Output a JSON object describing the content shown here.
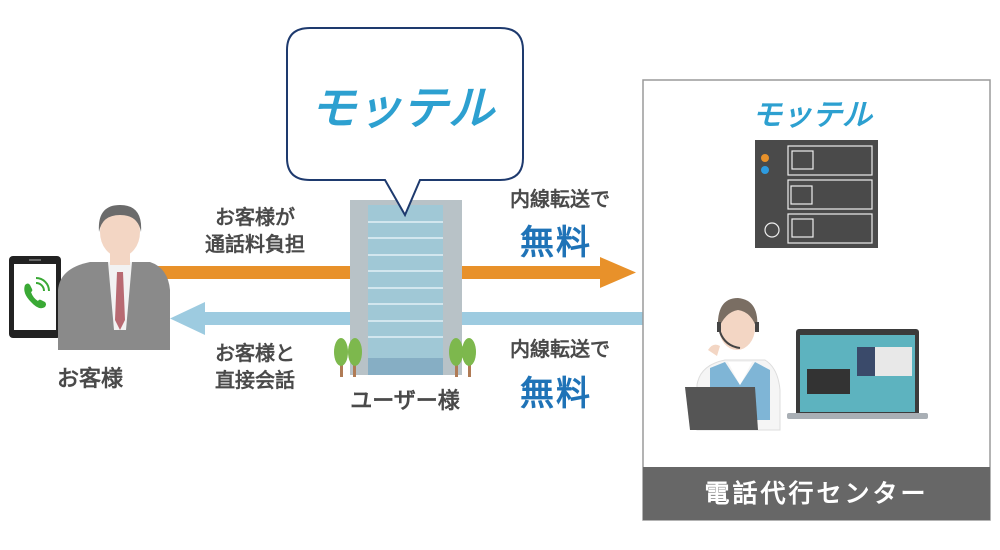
{
  "logo_text": "モッテル",
  "customer": {
    "label": "お客様"
  },
  "top_left_text": [
    "お客様が",
    "通話料負担"
  ],
  "bottom_left_text": [
    "お客様と",
    "直接会話"
  ],
  "user": {
    "label": "ユーザー様"
  },
  "top_right_text": {
    "line1": "内線転送で",
    "line2": "無料"
  },
  "bottom_right_text": {
    "line1": "内線転送で",
    "line2": "無料"
  },
  "center": {
    "label": "電話代行センター"
  },
  "colors": {
    "orange_arrow": "#E8912A",
    "blue_arrow": "#9DCBE0",
    "accent": "#1F73B7",
    "logo": "#2DA0D0",
    "bubble_border": "#1E3A6E"
  }
}
